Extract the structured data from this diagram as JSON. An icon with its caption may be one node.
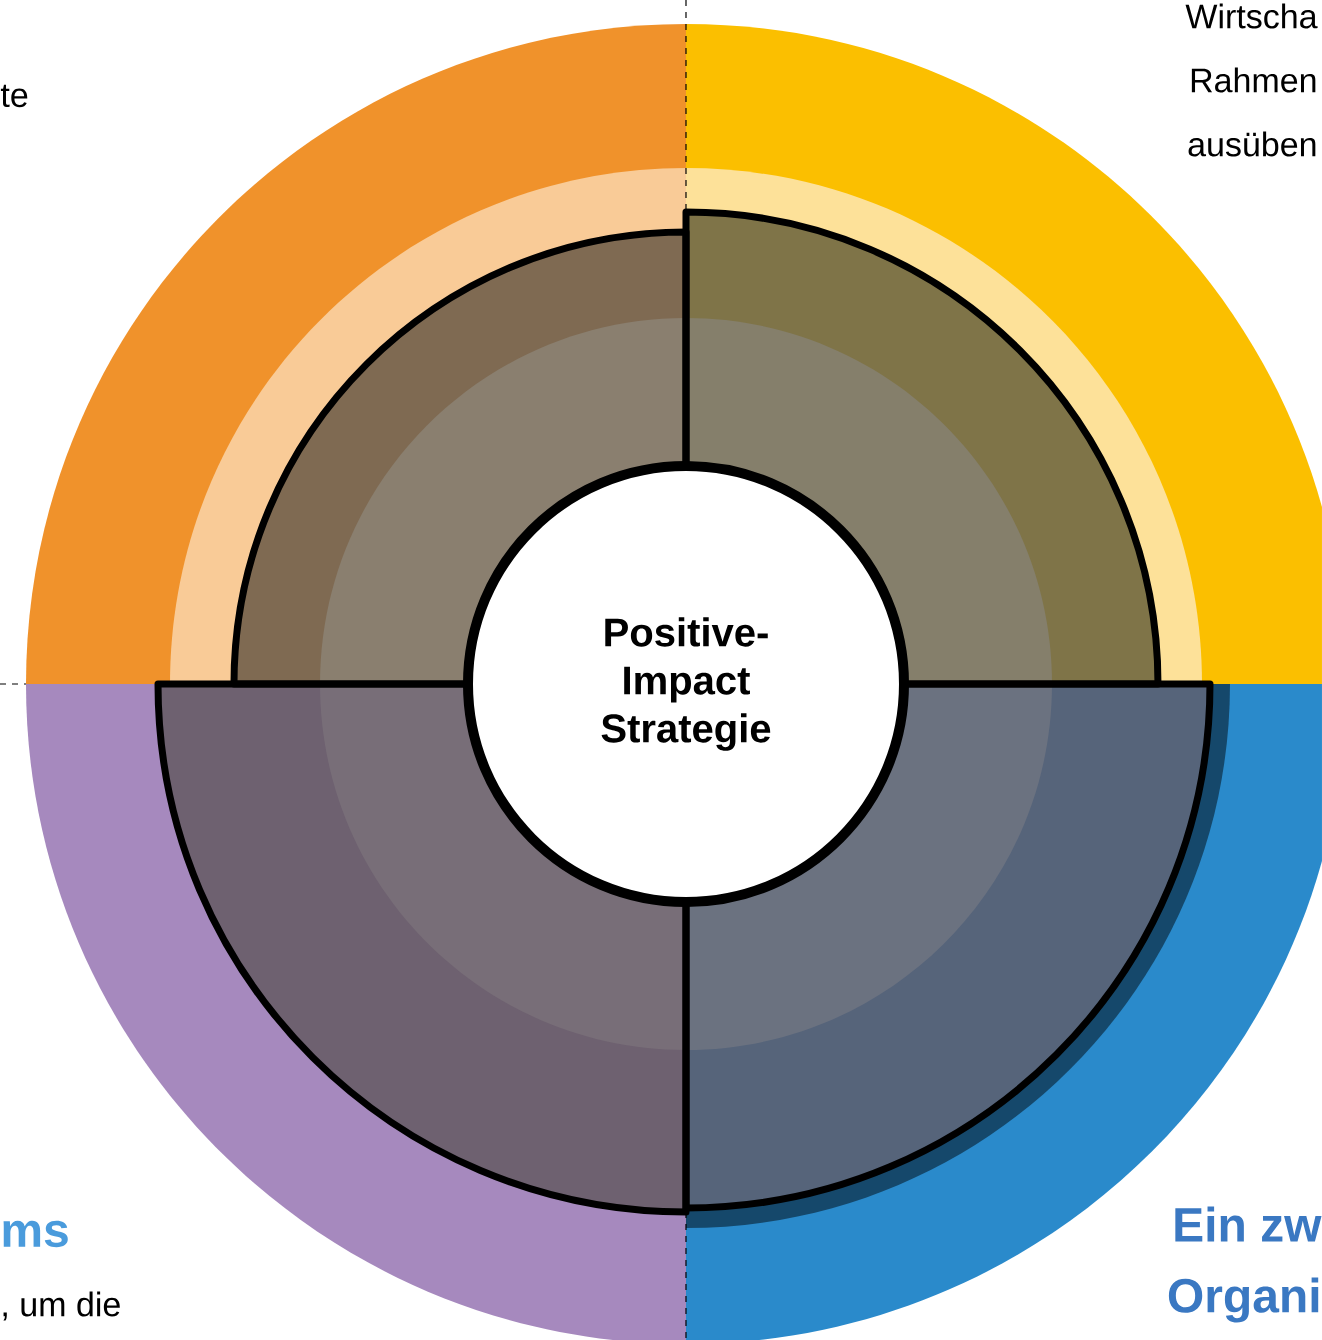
{
  "diagram": {
    "nodes": [
      {
        "text": [
          "Positive-Impact Strategie"
        ]
      }
    ],
    "edges": [],
    "labels": [
      "te",
      "Wirtscha",
      "Rahmen",
      "ausüben",
      "**ms**",
      ", um die",
      "**Ein zw**",
      "**Organi**"
    ]
  }
}
